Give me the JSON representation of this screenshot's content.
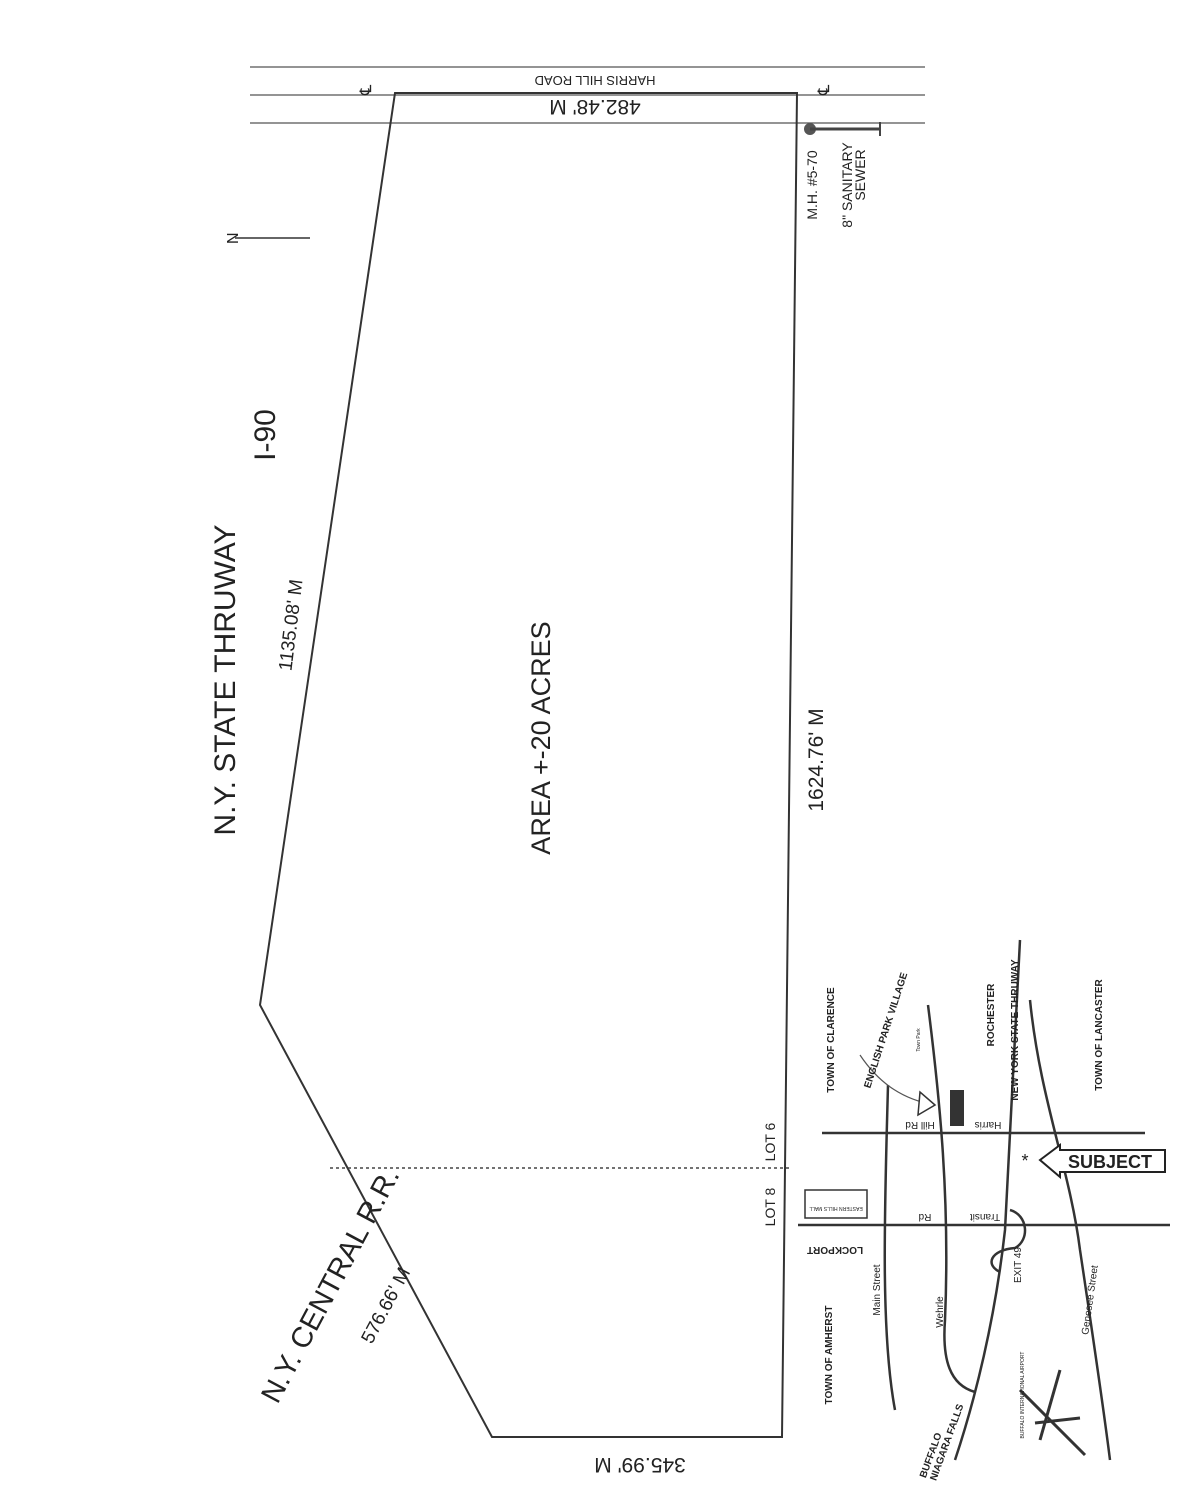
{
  "plot": {
    "road_name": "HARRIS HILL ROAD",
    "north_dim": "482.48' M",
    "thruway_label": "N.Y. STATE THRUWAY",
    "thruway_route": "I-90",
    "thruway_dim": "1135.08' M",
    "area_label": "AREA +-20 ACRES",
    "east_dim": "1624.76' M",
    "rr_label": "N.Y. CENTRAL R.R.",
    "rr_dim": "576.66' M",
    "south_dim": "345.99' M",
    "manhole": "M.H. #5-70",
    "sewer_line1": "8\" SANITARY",
    "sewer_line2": "SEWER",
    "lot6": "LOT 6",
    "lot8": "LOT 8",
    "north_arrow": "N",
    "centerline": "℄"
  },
  "location_map": {
    "town_clarence": "TOWN OF CLARENCE",
    "english_park": "ENGLISH PARK VILLAGE",
    "town_park": "Town Park",
    "rochester": "ROCHESTER",
    "thruway": "NEW YORK STATE THRUWAY",
    "town_lancaster": "TOWN OF LANCASTER",
    "hill_rd": "Hill Rd",
    "harris": "Harris",
    "subject": "SUBJECT",
    "lockport": "LOCKPORT",
    "mall": "EASTERN HILLS MALL",
    "transit": "Transit",
    "rd": "Rd",
    "main_street": "Main Street",
    "wehrle": "Wehrle",
    "exit": "EXIT 49",
    "genesee": "Genesee Street",
    "town_amherst": "TOWN OF AMHERST",
    "buffalo": "BUFFALO",
    "niagara": "NIAGARA FALLS",
    "airport": "BUFFALO INTERNATIONAL AIRPORT"
  }
}
